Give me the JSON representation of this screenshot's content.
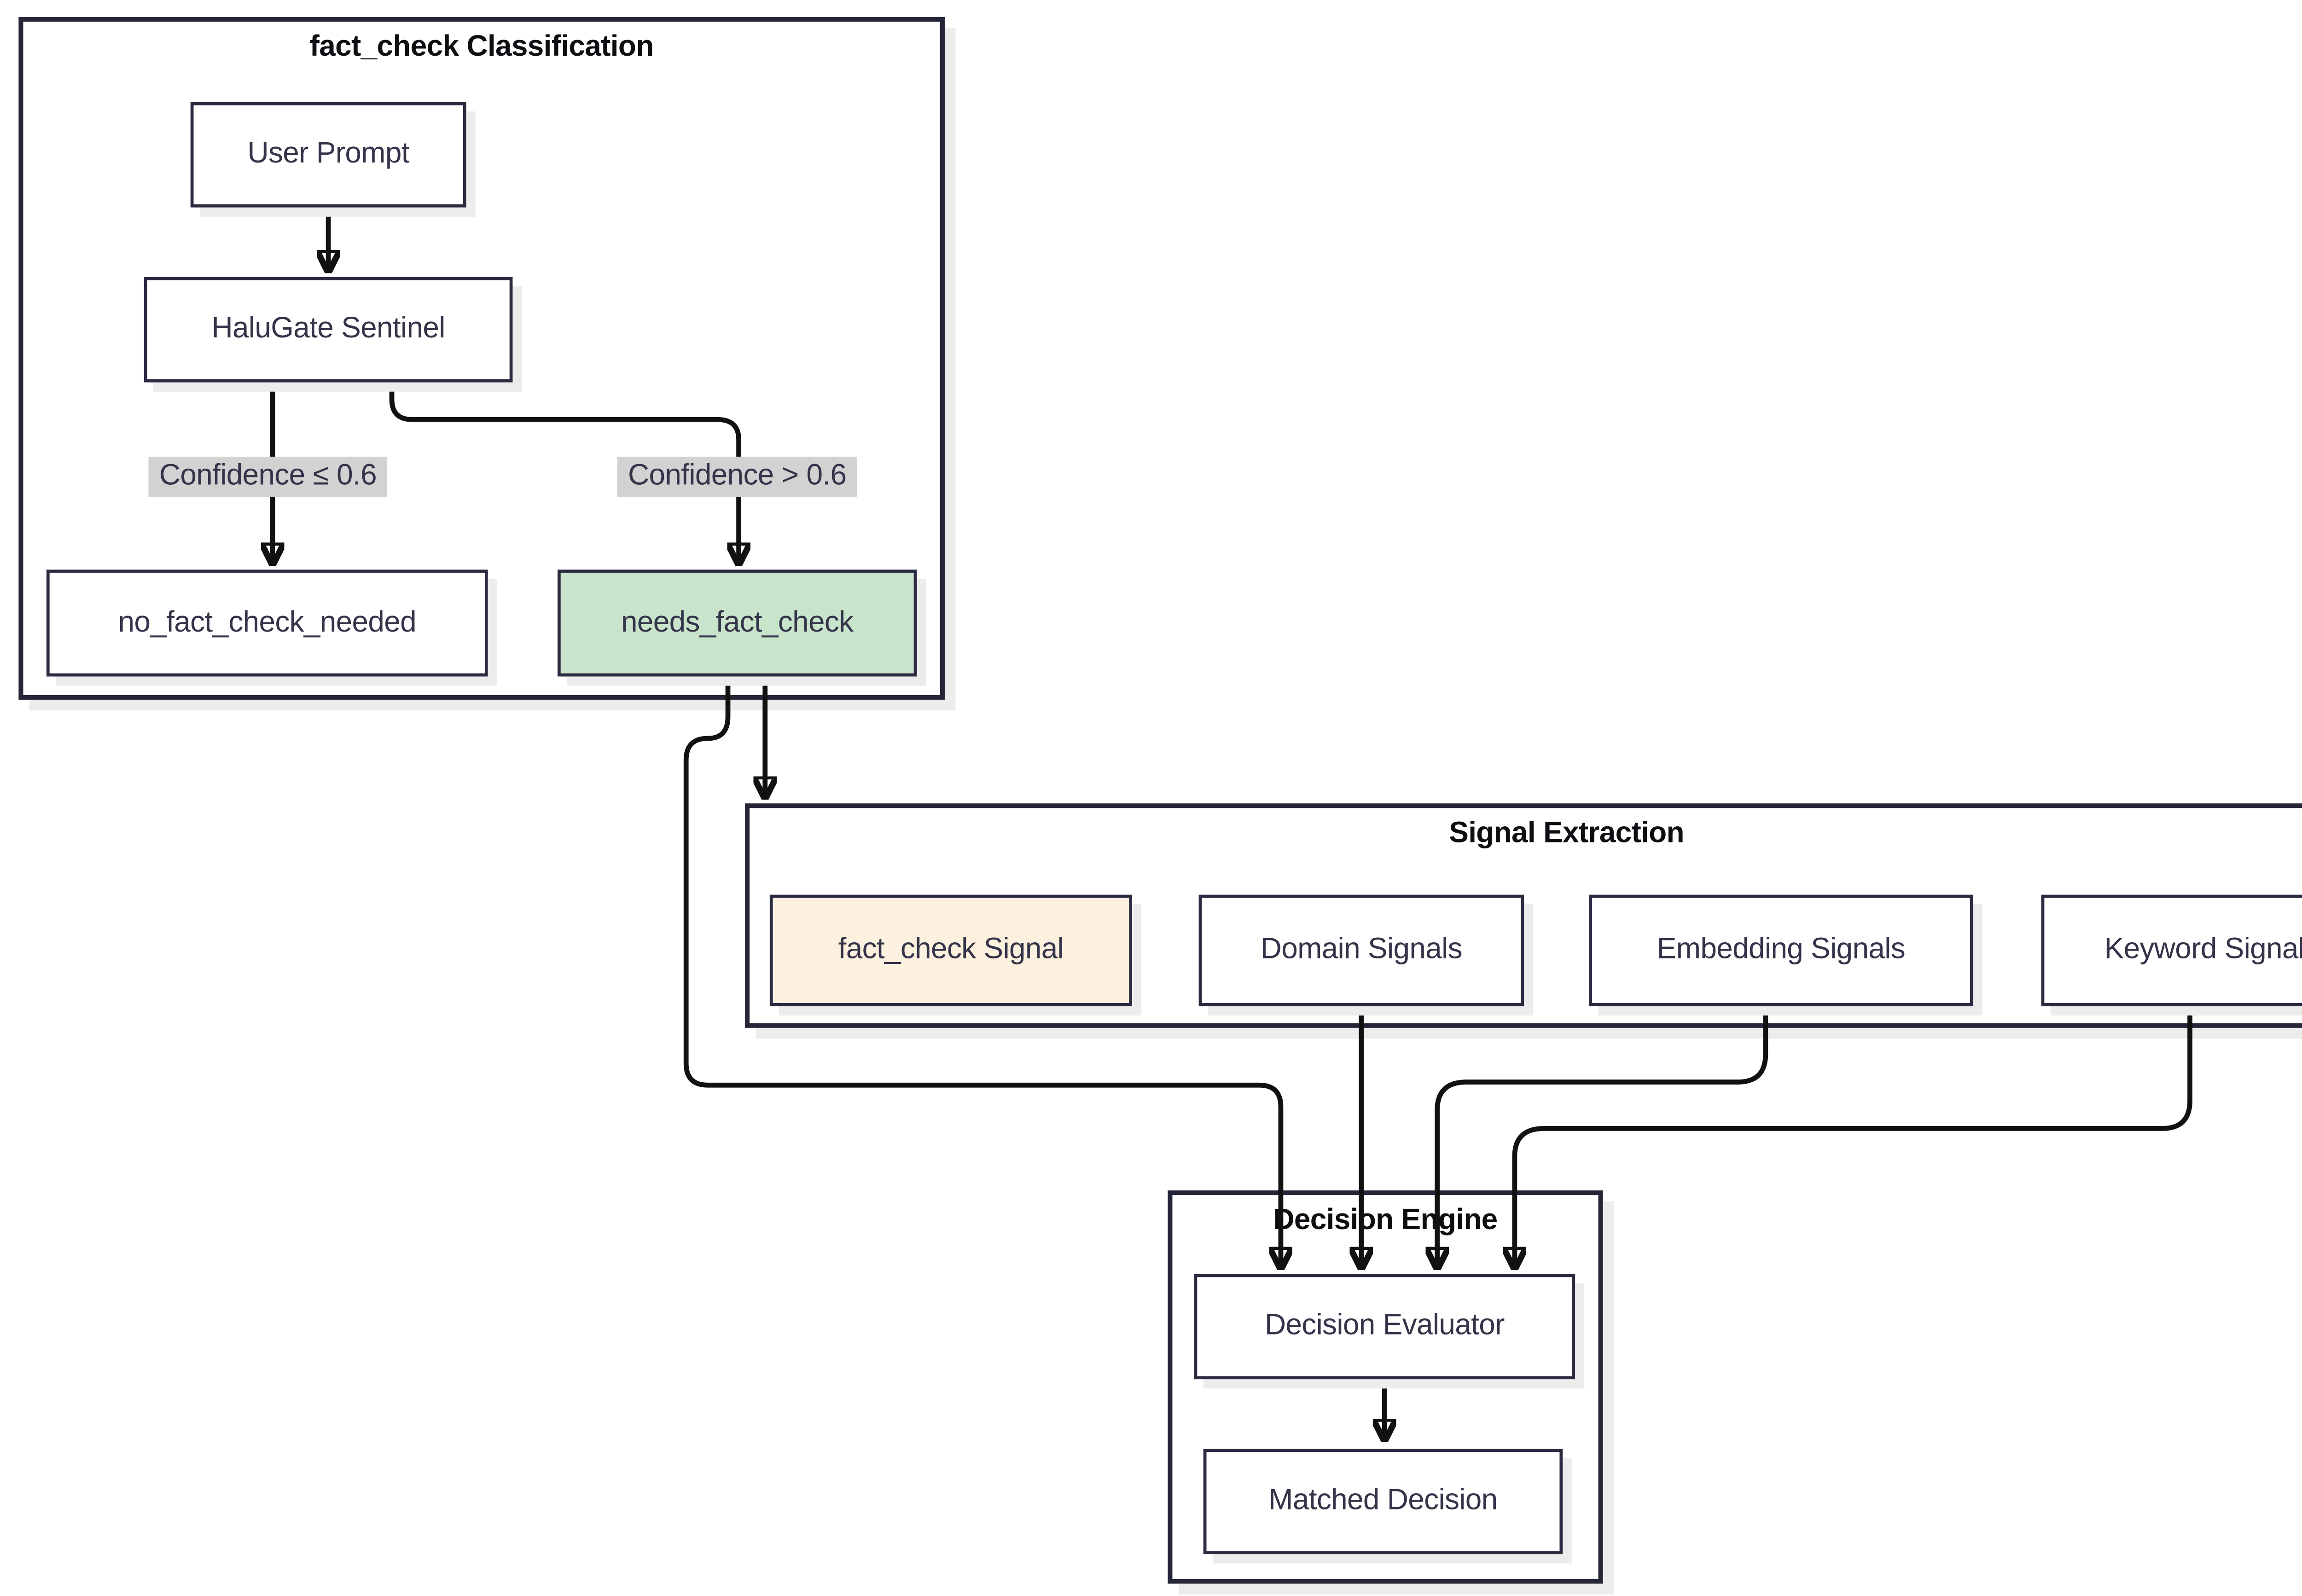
{
  "diagram": {
    "type": "flowchart",
    "clusters": {
      "classification": {
        "title": "fact_check Classification"
      },
      "signal_extraction": {
        "title": "Signal Extraction"
      },
      "decision_engine": {
        "title": "Decision Engine"
      }
    },
    "nodes": {
      "user_prompt": {
        "label": "User Prompt",
        "variant": "default"
      },
      "halugate_sentinel": {
        "label": "HaluGate Sentinel",
        "variant": "default"
      },
      "no_fact_check_needed": {
        "label": "no_fact_check_needed",
        "variant": "default"
      },
      "needs_fact_check": {
        "label": "needs_fact_check",
        "variant": "green"
      },
      "fact_check_signal": {
        "label": "fact_check Signal",
        "variant": "peach"
      },
      "domain_signals": {
        "label": "Domain Signals",
        "variant": "default"
      },
      "embedding_signals": {
        "label": "Embedding Signals",
        "variant": "default"
      },
      "keyword_signals": {
        "label": "Keyword Signals",
        "variant": "default"
      },
      "decision_evaluator": {
        "label": "Decision Evaluator",
        "variant": "default"
      },
      "matched_decision": {
        "label": "Matched Decision",
        "variant": "default"
      }
    },
    "edge_labels": {
      "low_confidence": {
        "text": "Confidence ≤ 0.6"
      },
      "high_confidence": {
        "text": "Confidence > 0.6"
      }
    },
    "edges": [
      {
        "from": "user_prompt",
        "to": "halugate_sentinel",
        "label": ""
      },
      {
        "from": "halugate_sentinel",
        "to": "no_fact_check_needed",
        "label": "Confidence ≤ 0.6"
      },
      {
        "from": "halugate_sentinel",
        "to": "needs_fact_check",
        "label": "Confidence > 0.6"
      },
      {
        "from": "needs_fact_check",
        "to": "signal_extraction_cluster",
        "label": ""
      },
      {
        "from": "needs_fact_check",
        "to": "decision_evaluator",
        "label": ""
      },
      {
        "from": "domain_signals",
        "to": "decision_evaluator",
        "label": ""
      },
      {
        "from": "embedding_signals",
        "to": "decision_evaluator",
        "label": ""
      },
      {
        "from": "keyword_signals",
        "to": "decision_evaluator",
        "label": ""
      },
      {
        "from": "decision_evaluator",
        "to": "matched_decision",
        "label": ""
      }
    ],
    "colors": {
      "node_border": "#2a2a41",
      "cluster_border": "#262639",
      "node_text": "#333349",
      "title_text": "#0d0d12",
      "edge": "#111111",
      "label_bg": "#d2d2d2",
      "green_fill": "#c8e4ca",
      "peach_fill": "#fcf0de",
      "node_fill": "#ffffff",
      "shadow": "#ececec",
      "page_bg": "#ffffff"
    }
  }
}
